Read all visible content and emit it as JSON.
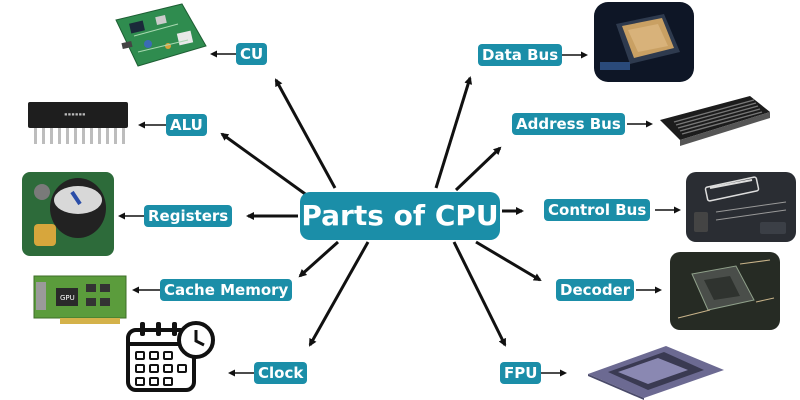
{
  "title": "Parts of CPU",
  "left_parts": [
    "CU",
    "ALU",
    "Registers",
    "Cache Memory",
    "Clock"
  ],
  "right_parts": [
    "Data Bus",
    "Address Bus",
    "Control Bus",
    "Decoder",
    "FPU"
  ],
  "colors": {
    "accent": "#1b8ea8",
    "arrow": "#111111",
    "text": "#ffffff"
  },
  "icons": [
    "circuit-board-icon",
    "chip-icon",
    "capacitor-icon",
    "graphics-card-icon",
    "calendar-clock-icon",
    "processor-icon",
    "heatsink-icon",
    "control-bus-board-icon",
    "decoder-chip-icon",
    "fpu-chip-icon"
  ]
}
